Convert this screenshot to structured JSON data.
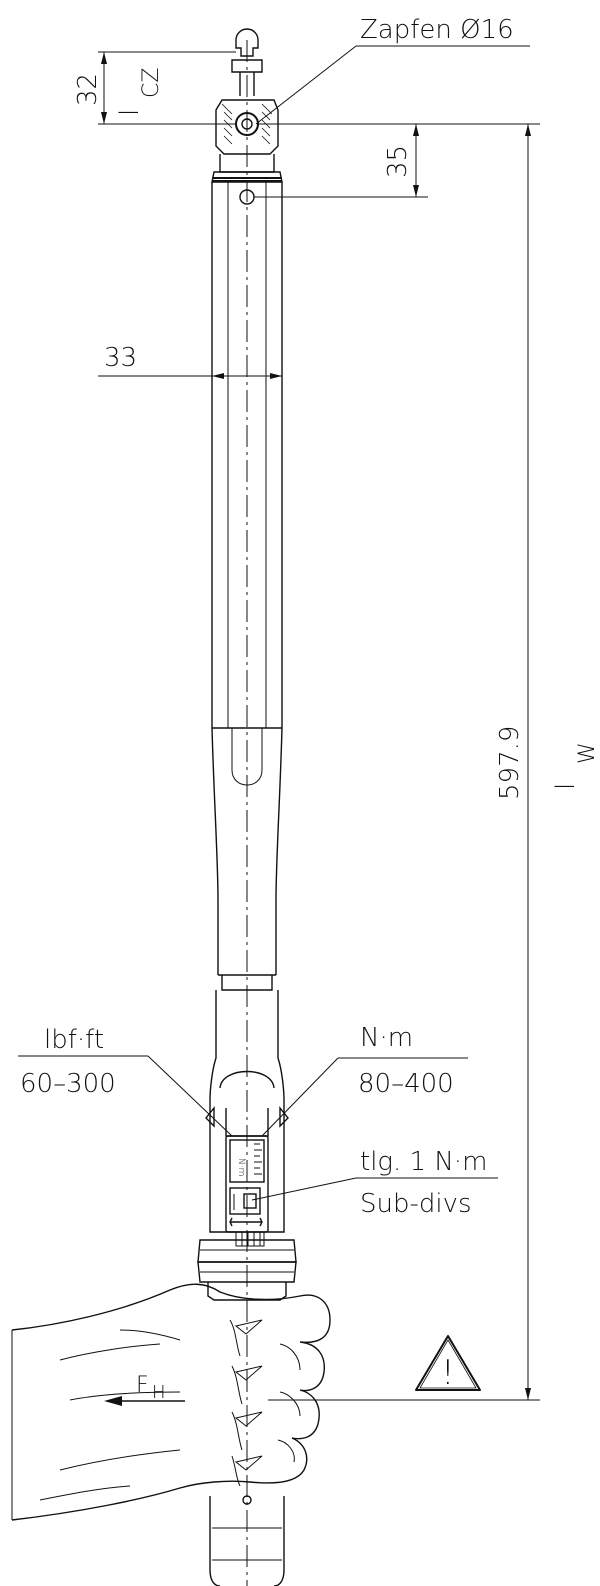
{
  "drawing": {
    "pin_label": "Zapfen Ø16",
    "dim_32": "32",
    "dim_lcz": "l",
    "dim_lcz_sub": "CZ",
    "dim_35": "35",
    "dim_33": "33",
    "dim_5979": "597.9",
    "dim_lw": "l",
    "dim_lw_sub": "W",
    "scale_left_unit": "lbf·ft",
    "scale_left_range": "60–300",
    "scale_right_unit": "N·m",
    "scale_right_range": "80–400",
    "subdiv_label_de": "tlg. 1 N·m",
    "subdiv_label_en": "Sub-divs",
    "force_label": "F",
    "force_label_sub": "H",
    "window_unit_text": "N·m",
    "warning_symbol": "!"
  }
}
